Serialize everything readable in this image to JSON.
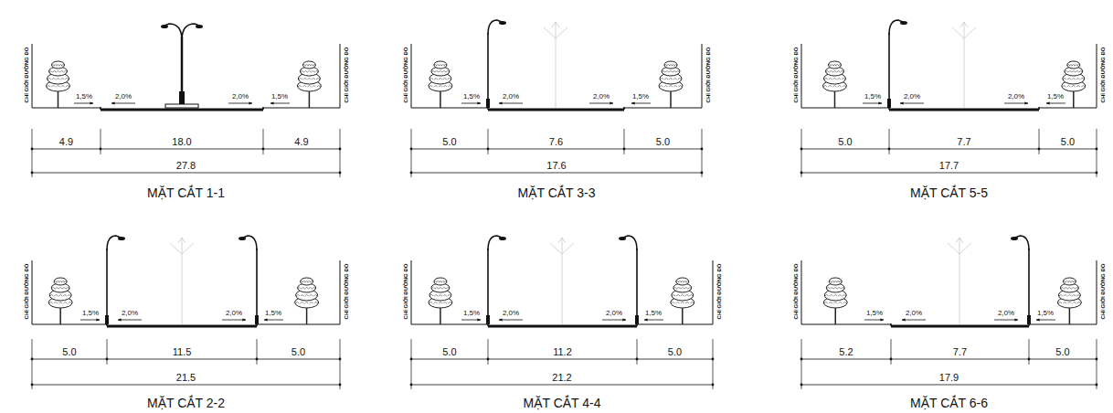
{
  "diagram": {
    "labels": [
      "CHỈ GIỚI ĐƯỜNG ĐỎ",
      "CHỈ GIỚI ĐƯỜNG ĐỎ",
      "1,5%",
      "2,0%",
      "2,0%",
      "1,5%",
      "4.9",
      "18.0",
      "4.9",
      "27.8",
      "MẶT CẮT 1-1",
      "CHỈ GIỚI ĐƯỜNG ĐỎ",
      "CHỈ GIỚI ĐƯỜNG ĐỎ",
      "1,5%",
      "2,0%",
      "2,0%",
      "1,5%",
      "5.0",
      "7.6",
      "5.0",
      "17.6",
      "MẶT CẮT 3-3",
      "CHỈ GIỚI ĐƯỜNG ĐỎ",
      "CHỈ GIỚI ĐƯỜNG ĐỎ",
      "1,5%",
      "2,0%",
      "2,0%",
      "1,5%",
      "5.0",
      "7.7",
      "5.0",
      "17.7",
      "MẶT CẮT 5-5",
      "CHỈ GIỚI ĐƯỜNG ĐỎ",
      "CHỈ GIỚI ĐƯỜNG ĐỎ",
      "1,5%",
      "2,0%",
      "2,0%",
      "1,5%",
      "5.0",
      "11.5",
      "5.0",
      "21.5",
      "MẶT CẮT 2-2",
      "CHỈ GIỚI ĐƯỜNG ĐỎ",
      "CHỈ GIỚI ĐƯỜNG ĐỎ",
      "1,5%",
      "2,0%",
      "2,0%",
      "1,5%",
      "5.0",
      "11.2",
      "5.0",
      "21.2",
      "MẶT CẮT 4-4",
      "CHỈ GIỚI ĐƯỜNG ĐỎ",
      "CHỈ GIỚI ĐƯỜNG ĐỎ",
      "1,5%",
      "2,0%",
      "2,0%",
      "1,5%",
      "5.2",
      "7.7",
      "5.0",
      "17.9",
      "MẶT CẮT 6-6"
    ]
  }
}
